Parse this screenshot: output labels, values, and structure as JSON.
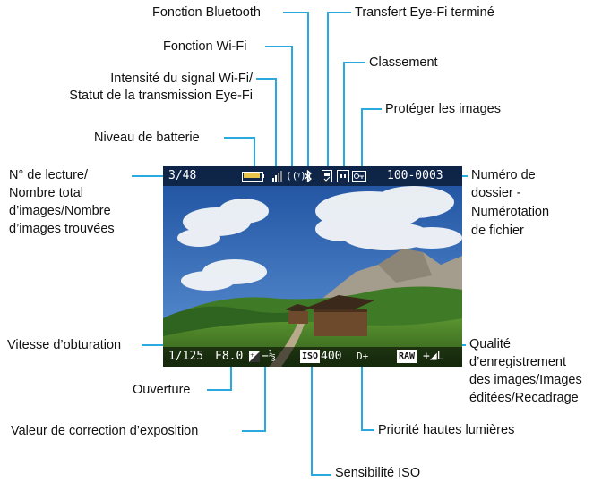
{
  "labels": {
    "bluetooth": "Fonction Bluetooth",
    "eyefi_done": "Transfert Eye-Fi terminé",
    "wifi": "Fonction Wi-Fi",
    "rating": "Classement",
    "signal_line1": "Intensité du signal Wi-Fi/",
    "signal_line2": "Statut de la transmission Eye-Fi",
    "protect": "Protéger les images",
    "battery": "Niveau de batterie",
    "playback_line1": "N° de lecture/",
    "playback_line2": "Nombre total",
    "playback_line3": "d’images/Nombre",
    "playback_line4": "d’images trouvées",
    "folder_line1": "Numéro de",
    "folder_line2": "dossier -",
    "folder_line3": "Numérotation",
    "folder_line4": "de fichier",
    "shutter": "Vitesse d’obturation",
    "quality_line1": "Qualité",
    "quality_line2": "d’enregistrement",
    "quality_line3": "des images/Images",
    "quality_line4": "éditées/Recadrage",
    "aperture": "Ouverture",
    "exposure_comp": "Valeur de correction d’exposition",
    "highlight": "Priorité hautes lumières",
    "iso": "Sensibilité ISO"
  },
  "screen": {
    "playback_number": "3/48",
    "folder_file": "100-0003",
    "shutter": "1/125",
    "aperture": "F8.0",
    "exposure": "−⅓",
    "iso_badge": "ISO",
    "iso_value": "400",
    "highlight": "D+",
    "raw_badge": "RAW",
    "quality_suffix": "+◢L"
  },
  "colors": {
    "leader": "#29a9e0",
    "sky": "#2e64b8",
    "grass": "#4f8a2c"
  },
  "icons": [
    "battery-icon",
    "signal-icon",
    "wifi-icon",
    "bluetooth-icon",
    "eyefi-icon",
    "rating-icon",
    "protect-icon",
    "exposure-icon"
  ]
}
